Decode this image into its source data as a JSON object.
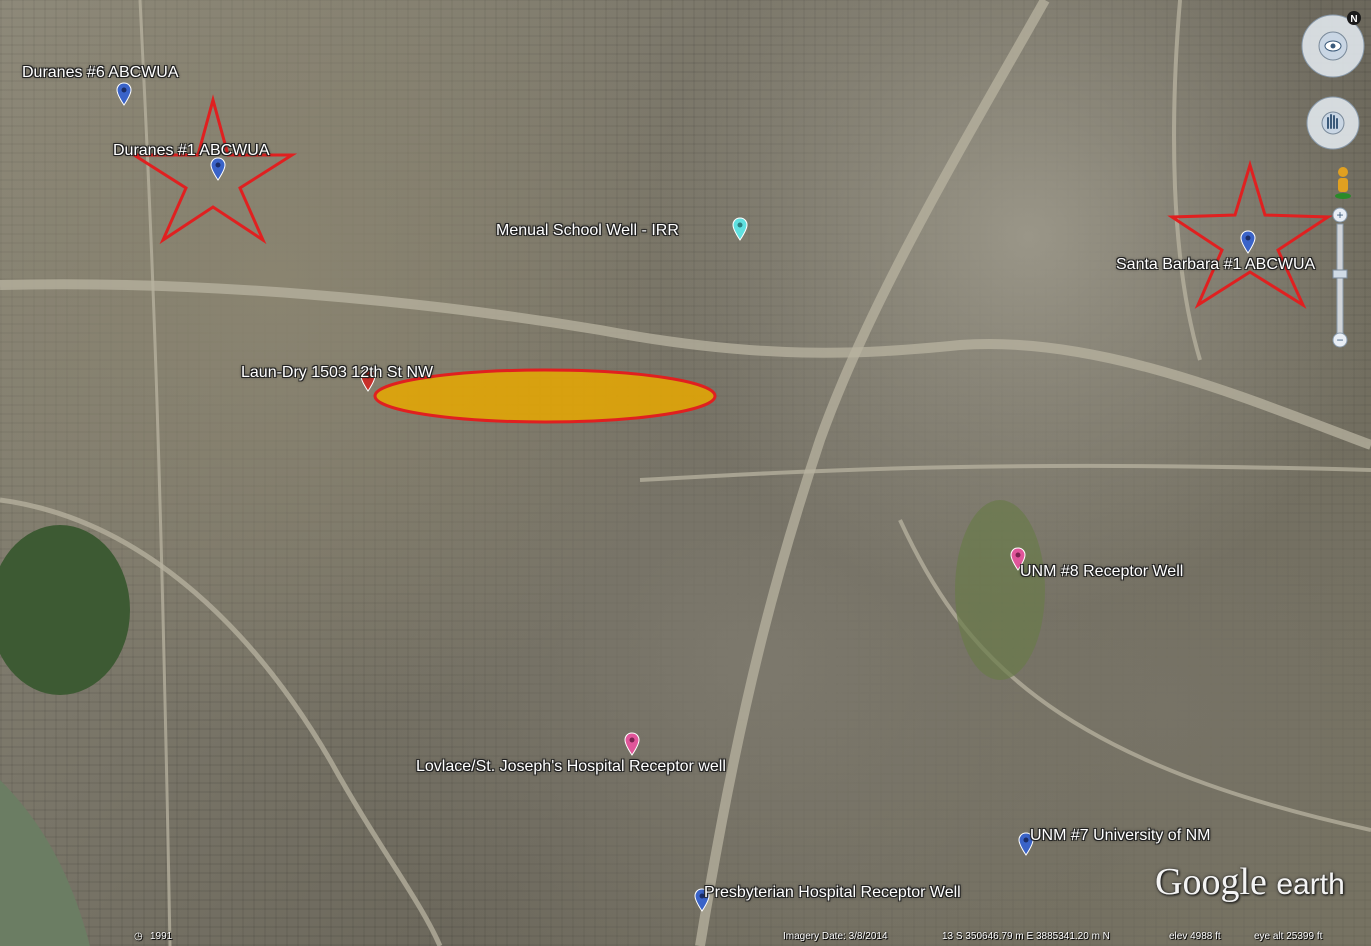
{
  "map": {
    "wells": [
      {
        "label": "Duranes #6 ABCWUA",
        "pin_color": "#3a63c8"
      },
      {
        "label": "Duranes #1 ABCWUA",
        "pin_color": "#3a63c8"
      },
      {
        "label": "Menual School Well - IRR",
        "pin_color": "#5fe0e0"
      },
      {
        "label": "Santa Barbara #1 ABCWUA",
        "pin_color": "#3a63c8"
      },
      {
        "label": "Laun-Dry 1503 12th St NW",
        "pin_color": "#c8302a"
      },
      {
        "label": "UNM #8 Receptor Well",
        "pin_color": "#e0559a"
      },
      {
        "label": "Lovlace/St. Joseph's Hospital Receptor well",
        "pin_color": "#e0559a"
      },
      {
        "label": "UNM #7 University of NM",
        "pin_color": "#3a63c8"
      },
      {
        "label": "Presbyterian Hospital Receptor Well",
        "pin_color": "#3a63c8"
      }
    ],
    "plume_fill": "#e8a800",
    "marker_outline": "#e02020"
  },
  "nav": {
    "north": "N",
    "look_icon": "eye-icon",
    "move_icon": "hand-icon",
    "streetview_icon": "pegman-icon",
    "zoom_in": "+",
    "zoom_out": "−"
  },
  "status": {
    "historical_year": "1991",
    "imagery_date": "Imagery Date: 3/8/2014",
    "coords": "13 S 350646.79 m E 3885341.20 m N",
    "elev": "elev 4988 ft",
    "eye_alt": "eye alt 25399 ft"
  },
  "brand": {
    "name": "Google",
    "suffix": "earth"
  }
}
